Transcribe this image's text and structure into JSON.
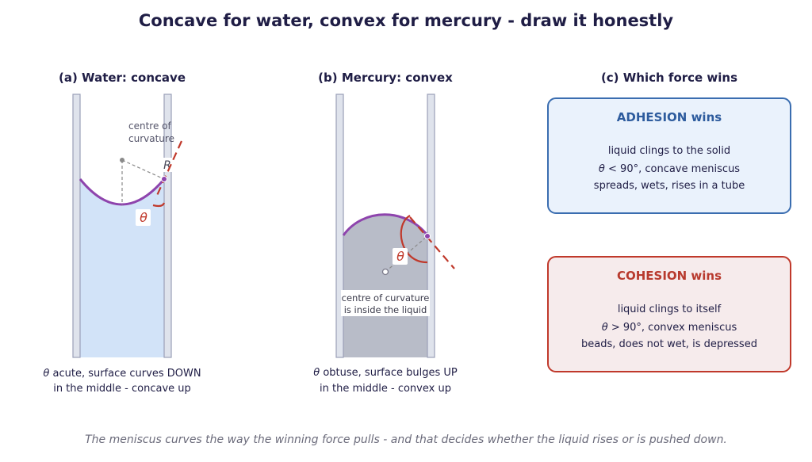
{
  "title": "Concave for water, convex for mercury - draw it honestly",
  "panel_a": {
    "heading": "(a) Water: concave",
    "centre_label_1": "centre of",
    "centre_label_2": "curvature",
    "radius_label": "R",
    "angle_label": "θ",
    "caption_1_symbol": "θ",
    "caption_1_text": " acute, surface curves DOWN",
    "caption_2": "in the middle - concave up",
    "liquid_color": "#d2e3f8"
  },
  "panel_b": {
    "heading": "(b) Mercury: convex",
    "angle_label": "θ",
    "centre_label_1": "centre of curvature",
    "centre_label_2": "is inside the liquid",
    "caption_1_symbol": "θ",
    "caption_1_text": " obtuse, surface bulges UP",
    "caption_2": "in the middle - convex up",
    "liquid_color": "#b8bcc8"
  },
  "panel_c": {
    "heading": "(c) Which force wins",
    "adhesion": {
      "title": "ADHESION wins",
      "line1": "liquid clings to the solid",
      "line2_symbol": "θ",
      "line2_text": " < 90°, concave meniscus",
      "line3": "spreads, wets, rises in a tube",
      "accent": "#2e5c9e",
      "fill": "#eaf2fc"
    },
    "cohesion": {
      "title": "COHESION wins",
      "line1": "liquid clings to itself",
      "line2_symbol": "θ",
      "line2_text": " > 90°, convex meniscus",
      "line3": "beads, does not wet, is depressed",
      "accent": "#b83a2e",
      "fill": "#f6ebec"
    }
  },
  "colors": {
    "meniscus": "#8e44ad",
    "angle": "#c0392b",
    "wall": "#dfe3ec",
    "wall_stroke": "#9a9fb8"
  },
  "footer": "The meniscus curves the way the winning force pulls - and that decides whether the liquid rises or is pushed down."
}
